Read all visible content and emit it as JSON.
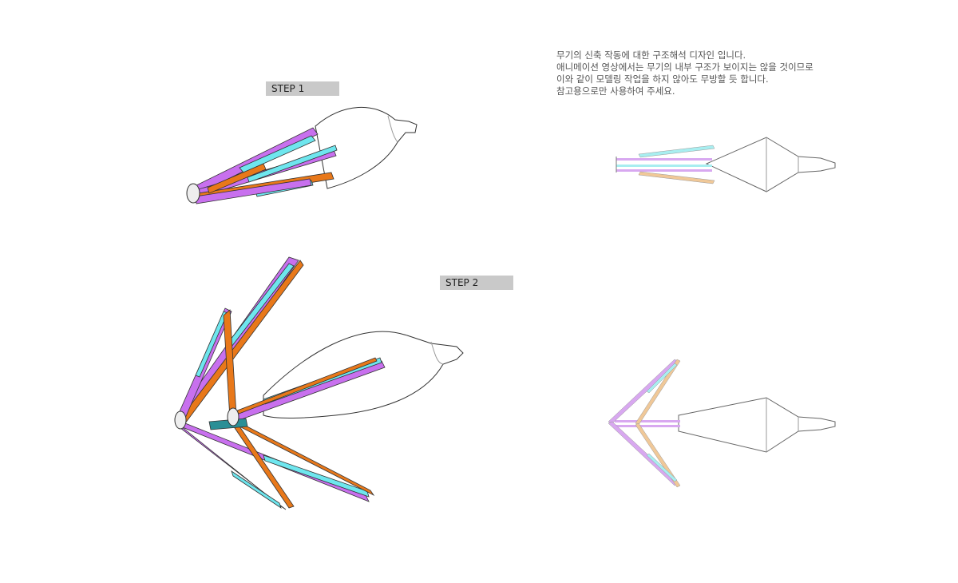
{
  "labels": {
    "step1": "STEP 1",
    "step2": "STEP 2"
  },
  "note_lines": [
    "무기의 신축 작동에 대한 구조해석 디자인 입니다.",
    "애니메이션 영상에서는 무기의 내부 구조가 보이지는 않을 것이므로",
    "이와 같이 모델링 작업을 하지 않아도 무방할 듯 합니다.",
    "참고용으로만 사용하여 주세요."
  ],
  "colors": {
    "magenta": "#c870ee",
    "cyan": "#6ee6ee",
    "orange": "#e8781a",
    "body": "#ffffff",
    "outline": "#333333",
    "label_bg": "#c9c9c9"
  }
}
